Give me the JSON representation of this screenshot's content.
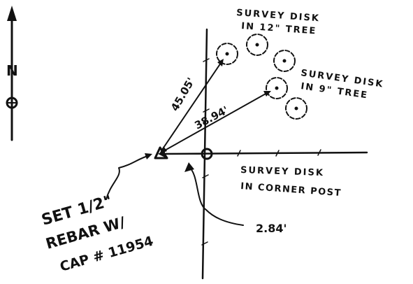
{
  "sketch": {
    "north_label": "N",
    "labels": {
      "disk_12_tree_line1": "SURVEY DISK",
      "disk_12_tree_line2": "IN 12\" TREE",
      "disk_9_tree_line1": "SURVEY DISK",
      "disk_9_tree_line2": "IN 9\" TREE",
      "corner_post_line1": "SURVEY DISK",
      "corner_post_line2": "IN CORNER POST",
      "rebar_line1": "SET 1/2\"",
      "rebar_line2": "REBAR W/",
      "rebar_line3": "CAP # 11954"
    },
    "distances": {
      "to_12_tree": "45.05'",
      "to_9_tree": "38.94'",
      "to_corner_post": "2.84'"
    }
  }
}
